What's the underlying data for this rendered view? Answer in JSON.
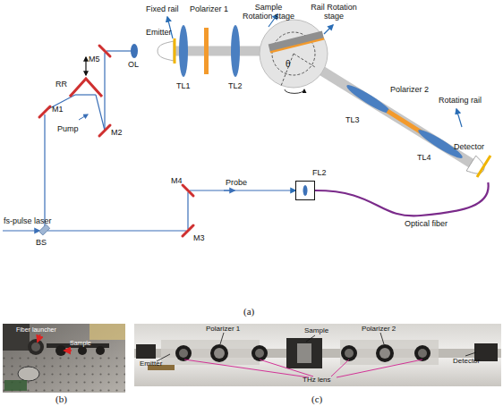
{
  "diagram": {
    "nodes": [
      {
        "text": [
          "FL2"
        ]
      },
      {
        "text": [
          "Detector"
        ]
      }
    ],
    "edges": [
      {
        "from": 0,
        "to": 1,
        "arrow": "none",
        "label": "Optical fiber"
      }
    ],
    "labels": [
      "Fixed rail",
      "Polarizer 1",
      "Sample Rotation stage",
      "Rail Rotation stage",
      "Emitter",
      "M5",
      "OL",
      "TL1",
      "TL2",
      "θ",
      "Polarizer 2",
      "Rotating rail",
      "TL3",
      "TL4",
      "RR",
      "M1",
      "Pump",
      "M2",
      "M4",
      "Probe",
      "fs-pulse laser",
      "BS",
      "M3",
      "(a)",
      "Fiber launcher",
      "Sample",
      "(b)",
      "Emitter",
      "Polarizer 1",
      "Sample",
      "Polarizer 2",
      "Detector",
      "THz lens",
      "(c)"
    ]
  }
}
